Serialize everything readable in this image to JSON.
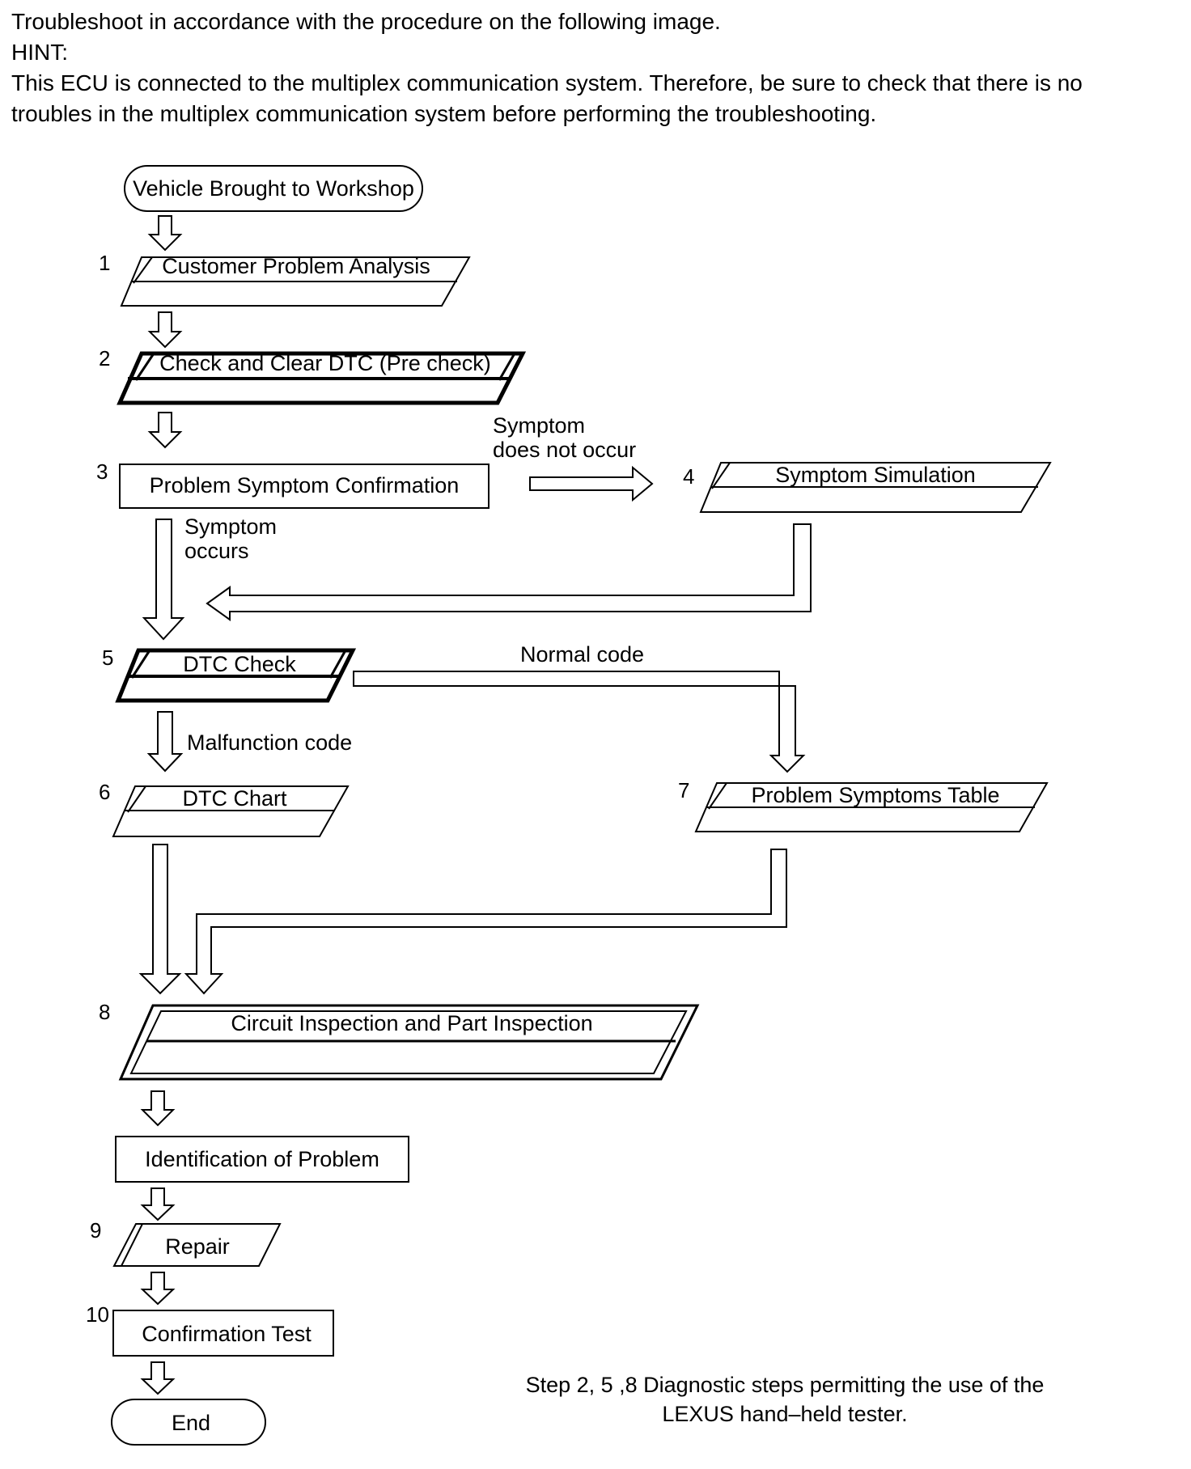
{
  "intro": {
    "line1": "Troubleshoot in accordance with the procedure on the following image.",
    "hint_label": "HINT:",
    "hint_text_1": "This ECU is connected to the multiplex communication system. Therefore, be sure to check that there is no",
    "hint_text_2": "troubles in the multiplex communication system before performing the troubleshooting."
  },
  "flow": {
    "start": "Vehicle Brought to Workshop",
    "steps": [
      {
        "num": "1",
        "label": "Customer Problem Analysis"
      },
      {
        "num": "2",
        "label": "Check and Clear DTC (Pre check)"
      },
      {
        "num": "3",
        "label": "Problem Symptom Confirmation"
      },
      {
        "num": "4",
        "label": "Symptom Simulation"
      },
      {
        "num": "5",
        "label": "DTC Check"
      },
      {
        "num": "6",
        "label": "DTC Chart"
      },
      {
        "num": "7",
        "label": "Problem Symptoms Table"
      },
      {
        "num": "8",
        "label": "Circuit Inspection and Part Inspection"
      },
      {
        "num": "",
        "label": "Identification of Problem"
      },
      {
        "num": "9",
        "label": "Repair"
      },
      {
        "num": "10",
        "label": "Confirmation Test"
      }
    ],
    "end": "End",
    "edge_labels": {
      "symptom_not_occur_1": "Symptom",
      "symptom_not_occur_2": "does not occur",
      "symptom_occurs_1": "Symptom",
      "symptom_occurs_2": "occurs",
      "normal_code": "Normal code",
      "malfunction_code": "Malfunction code"
    }
  },
  "footnote": {
    "line1": "Step 2, 5 ,8 Diagnostic steps permitting the use of the",
    "line2": "LEXUS hand–held tester."
  }
}
